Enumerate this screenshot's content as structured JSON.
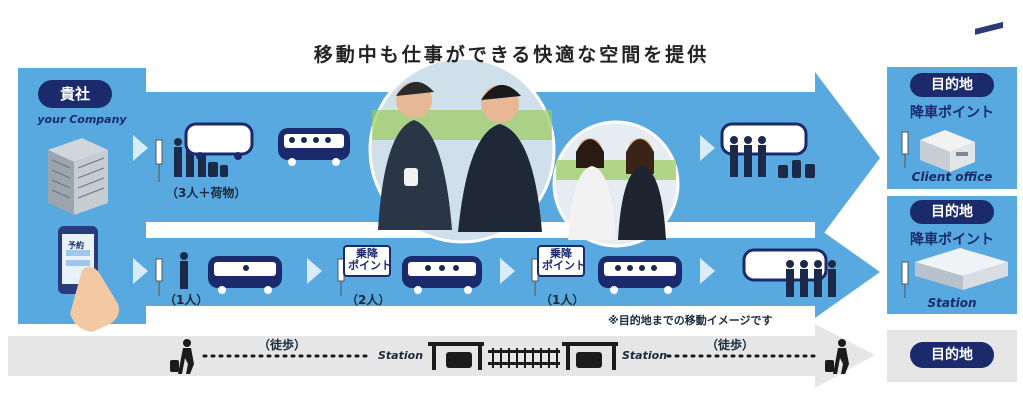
{
  "headline": "移動中も仕事ができる快適な空間を提供",
  "origin": {
    "badge": "貴社",
    "sub": "your Company",
    "phone_label": "予約"
  },
  "row1": {
    "count_label": "（3人＋荷物）"
  },
  "row2": {
    "count_1": "（1人）",
    "stop_label_line1": "乗降",
    "stop_label_line2": "ポイント",
    "count_2": "（2人）",
    "count_3": "（1人）"
  },
  "note": "※目的地までの移動イメージです",
  "destinations": [
    {
      "badge": "目的地",
      "point": "降車ポイント",
      "name": "Client office"
    },
    {
      "badge": "目的地",
      "point": "降車ポイント",
      "name": "Station"
    },
    {
      "badge": "目的地"
    }
  ],
  "walk_row": {
    "walk_label": "（徒歩）",
    "station_label": "Station"
  },
  "colors": {
    "accent_blue": "#58a9e0",
    "navy": "#1b2a6b",
    "light_blue": "#aed6f2",
    "gray": "#e6e6e6"
  }
}
